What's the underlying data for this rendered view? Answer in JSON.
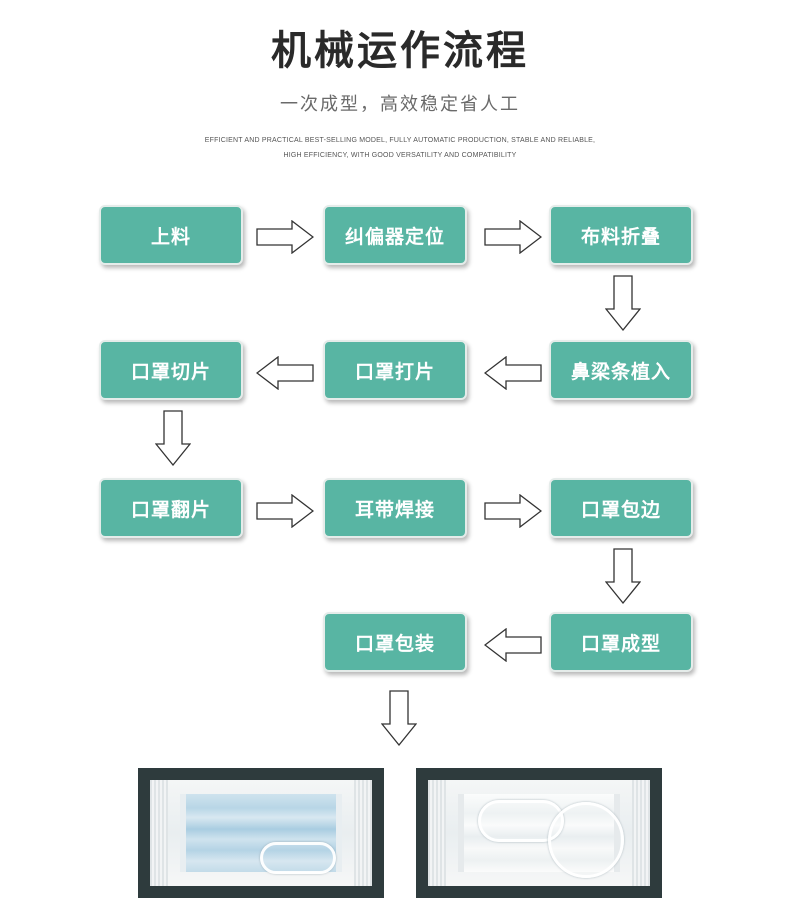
{
  "header": {
    "title": "机械运作流程",
    "subtitle": "一次成型，高效稳定省人工",
    "english_line1": "EFFICIENT AND PRACTICAL BEST-SELLING MODEL, FULLY AUTOMATIC PRODUCTION, STABLE AND RELIABLE,",
    "english_line2": "HIGH EFFICIENCY, WITH GOOD VERSATILITY AND COMPATIBILITY"
  },
  "steps": [
    "上料",
    "纠偏器定位",
    "布料折叠",
    "鼻梁条植入",
    "口罩打片",
    "口罩切片",
    "口罩翻片",
    "耳带焊接",
    "口罩包边",
    "口罩成型",
    "口罩包装"
  ],
  "photos": {
    "left": "blue-packaged-mask-photo",
    "right": "white-packaged-mask-photo"
  },
  "colors": {
    "step_fill": "#58b5a3",
    "photo_frame": "#2e3b3d"
  }
}
